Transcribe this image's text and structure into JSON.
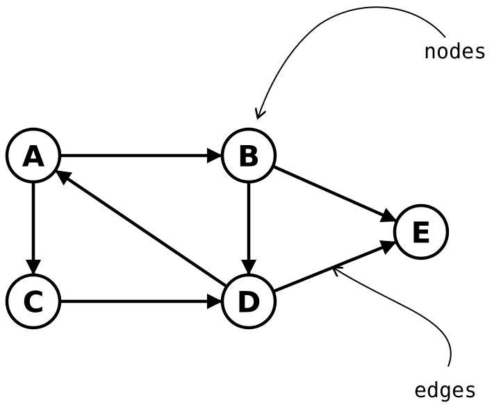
{
  "diagram": {
    "nodes": [
      {
        "id": "A",
        "label": "A"
      },
      {
        "id": "B",
        "label": "B"
      },
      {
        "id": "C",
        "label": "C"
      },
      {
        "id": "D",
        "label": "D"
      },
      {
        "id": "E",
        "label": "E"
      }
    ],
    "edges": [
      {
        "from": "A",
        "to": "B"
      },
      {
        "from": "A",
        "to": "C"
      },
      {
        "from": "B",
        "to": "D"
      },
      {
        "from": "B",
        "to": "E"
      },
      {
        "from": "C",
        "to": "D"
      },
      {
        "from": "D",
        "to": "A"
      },
      {
        "from": "D",
        "to": "E"
      }
    ],
    "annotations": {
      "nodes_label": "nodes",
      "edges_label": "edges"
    },
    "colors": {
      "stroke": "#000000",
      "fill": "#ffffff"
    }
  }
}
